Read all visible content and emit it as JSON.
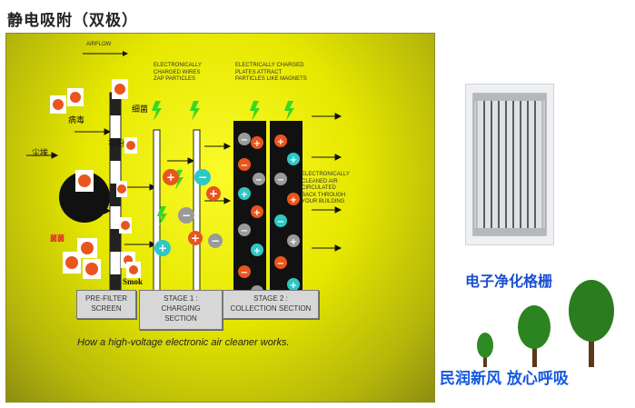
{
  "page_title": "静电吸附（双极）",
  "diagram": {
    "airflow_label": "AIRFLOW",
    "wires_caption": [
      "ELECTRONICALLY",
      "CHARGED WIRES",
      "ZAP PARTICLES"
    ],
    "plates_caption": [
      "ELECTRICALLY CHARGED",
      "PLATES ATTRACT",
      "PARTICLES LIKE MAGNETS"
    ],
    "clean_air_caption": [
      "ELECTRONICALLY",
      "CLEANED AIR",
      "CIRCULATED",
      "BACK THROUGH",
      "YOUR BUILDING"
    ],
    "labels": {
      "virus": "病毒",
      "bacteria": "细菌",
      "pollen": "花粉",
      "dust": "尘埃",
      "germs": "菌菌",
      "smoke": "Smok"
    },
    "sections": [
      {
        "line1": "PRE-FILTER",
        "line2": "SCREEN"
      },
      {
        "line1": "STAGE 1 :",
        "line2": "CHARGING",
        "line3": "SECTION"
      },
      {
        "line1": "STAGE 2 :",
        "line2": "COLLECTION SECTION"
      }
    ],
    "caption": "How a high-voltage electronic air cleaner works."
  },
  "product_caption": "电子净化格栅",
  "slogan": "民润新风  放心呼吸",
  "colors": {
    "background_yellow": "#e6e800",
    "charge_orange": "#e8551e",
    "charge_cyan": "#2ec7c7",
    "charge_gray": "#9a9a9a",
    "slogan_blue": "#1558e0"
  }
}
